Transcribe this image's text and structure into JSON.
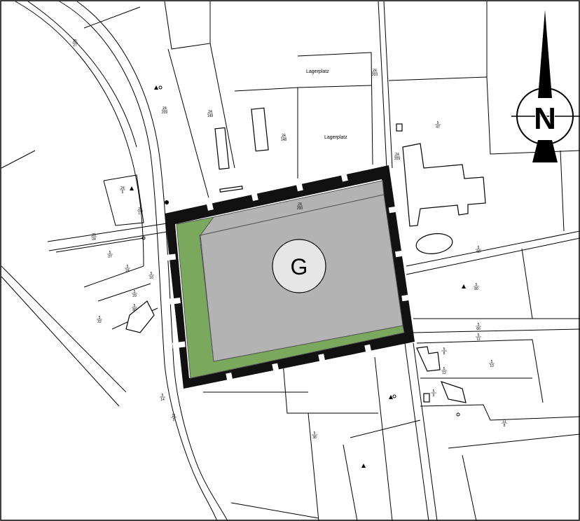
{
  "map": {
    "area_labels": [
      {
        "id": "lagerplatz-1",
        "text": "Lagerplatz"
      },
      {
        "id": "lagerplatz-2",
        "text": "Lagerplatz"
      }
    ],
    "zone_label": "G",
    "north_label": "N",
    "colors": {
      "green_zone": "#7aa95e",
      "gray_zone": "#b3b3b3",
      "zone_border": "#555555",
      "hatch_block": "#111111",
      "background": "#ffffff"
    },
    "parcel_numbers": [
      {
        "top": "25",
        "bottom": "27"
      },
      {
        "top": "24",
        "bottom": "209"
      },
      {
        "top": "24",
        "bottom": "149"
      },
      {
        "top": "24",
        "bottom": "203"
      },
      {
        "top": "24",
        "bottom": "148"
      },
      {
        "top": "24",
        "bottom": "209"
      },
      {
        "top": "5",
        "bottom": "47"
      },
      {
        "top": "24",
        "bottom": "200"
      },
      {
        "top": "25",
        "bottom": "24"
      },
      {
        "top": "24",
        "bottom": "6"
      },
      {
        "top": "24",
        "bottom": "17"
      },
      {
        "top": "5",
        "bottom": "27"
      },
      {
        "top": "5",
        "bottom": "24"
      },
      {
        "top": "5",
        "bottom": "16"
      },
      {
        "top": "5",
        "bottom": "29"
      },
      {
        "top": "5",
        "bottom": "80"
      },
      {
        "top": "5",
        "bottom": "22"
      },
      {
        "top": "5",
        "bottom": "68"
      },
      {
        "top": "5",
        "bottom": "80"
      },
      {
        "top": "5",
        "bottom": "66"
      },
      {
        "top": "5",
        "bottom": "11"
      },
      {
        "top": "5",
        "bottom": "8"
      },
      {
        "top": "5",
        "bottom": "12"
      },
      {
        "top": "5",
        "bottom": "10"
      },
      {
        "top": "5",
        "bottom": "9"
      },
      {
        "top": "5",
        "bottom": "14"
      },
      {
        "top": "11",
        "bottom": "5"
      },
      {
        "top": "5",
        "bottom": "38"
      },
      {
        "top": "11",
        "bottom": "8"
      }
    ]
  }
}
